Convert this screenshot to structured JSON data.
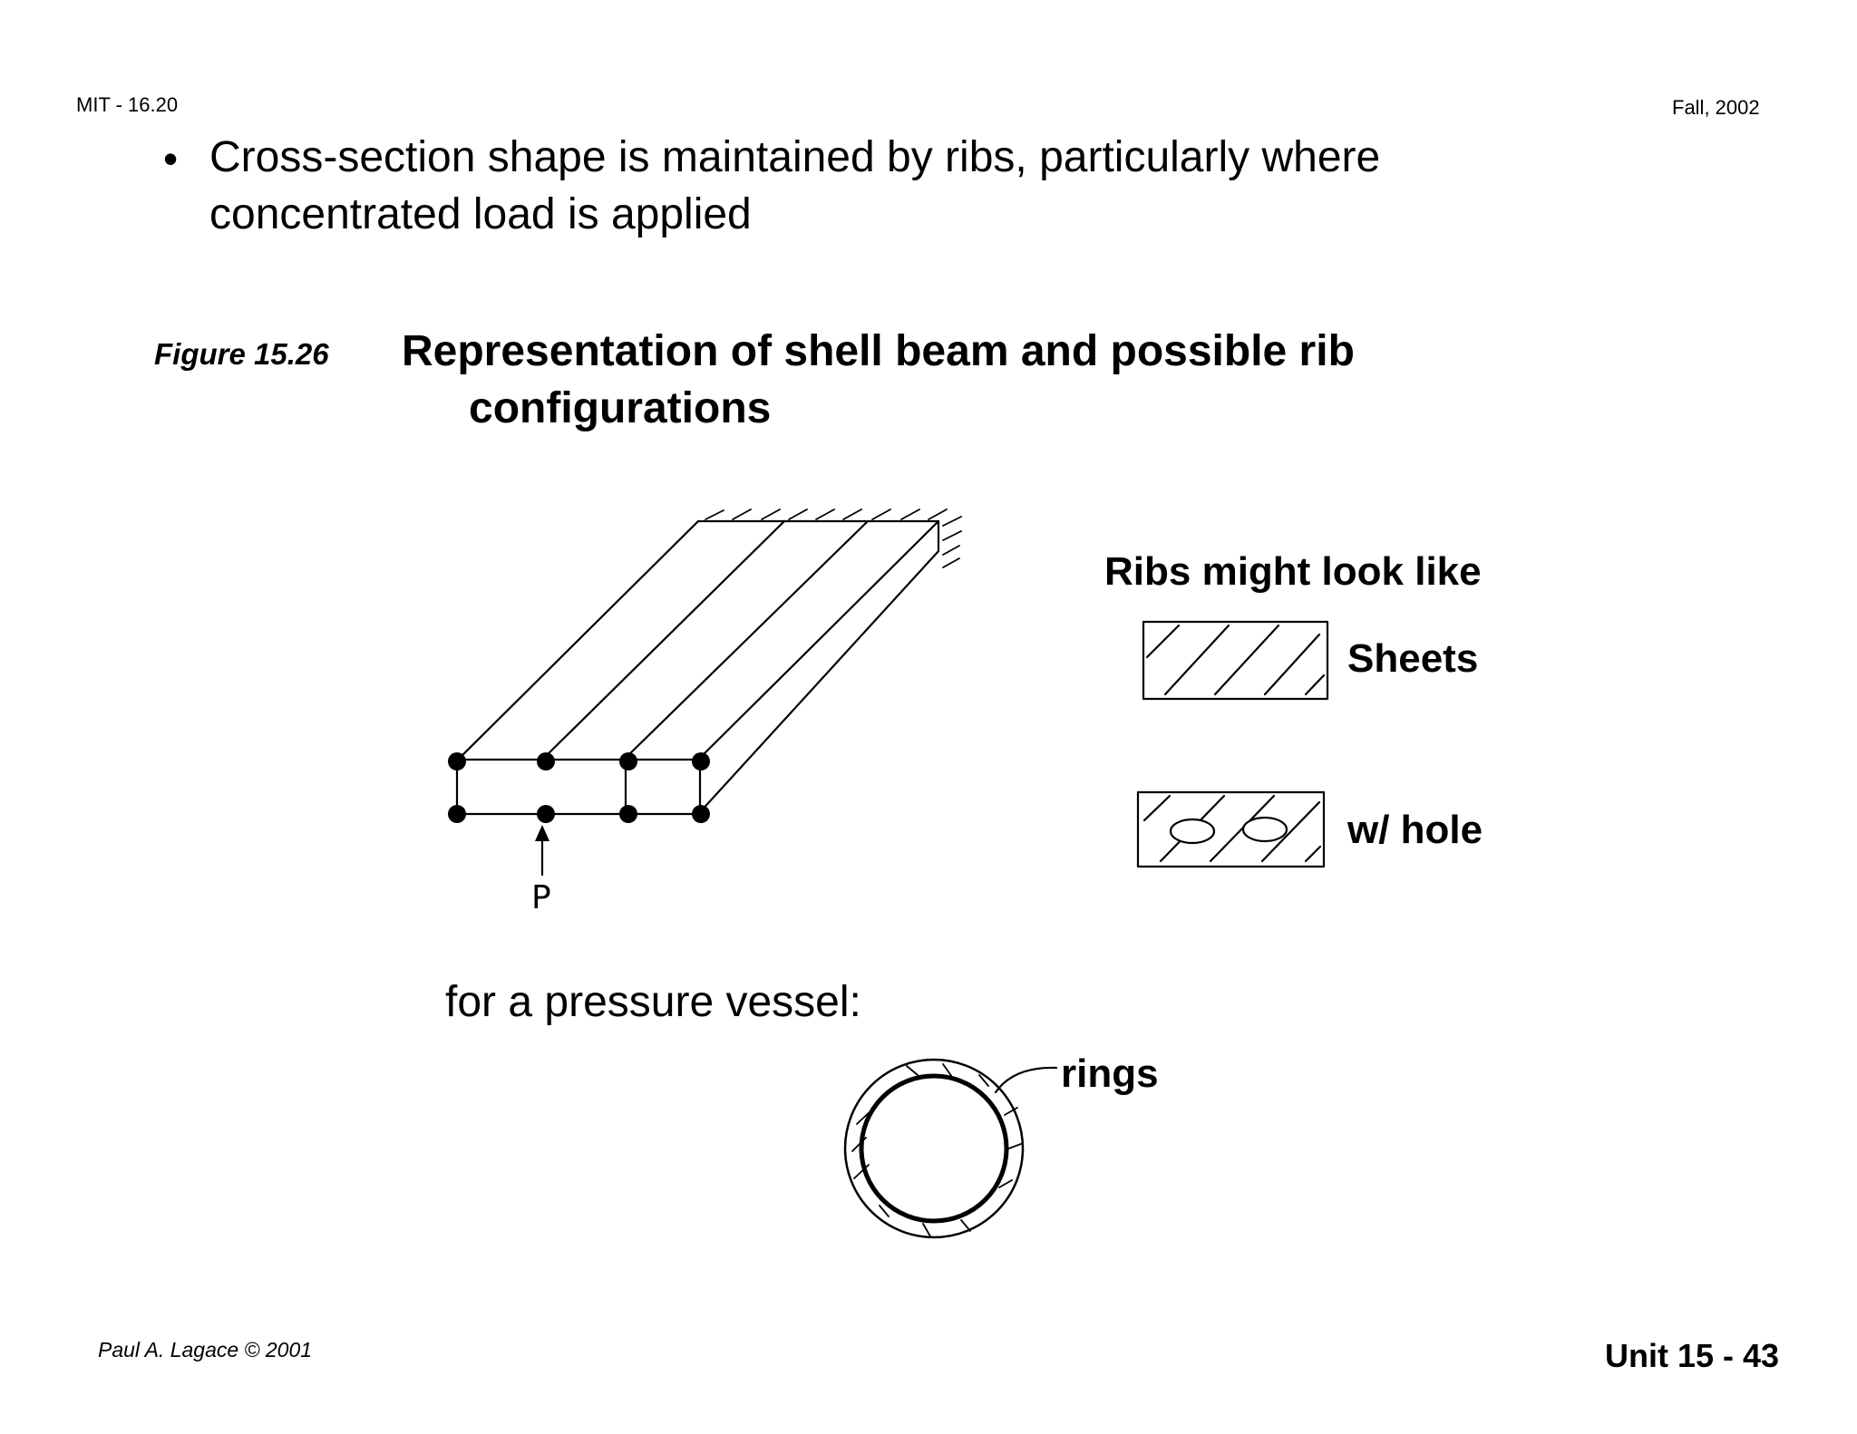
{
  "header": {
    "course": "MIT - 16.20",
    "term": "Fall, 2002"
  },
  "bullet": {
    "marker": "•",
    "line1": "Cross-section shape is maintained by ribs, particularly where",
    "line2": "concentrated load is applied"
  },
  "figure": {
    "label": "Figure 15.26",
    "title_line1": "Representation of shell beam and possible rib",
    "title_line2": "configurations",
    "load_label": "P"
  },
  "ribs": {
    "heading": "Ribs might look like",
    "sheets_label": "Sheets",
    "hole_label": "w/ hole"
  },
  "pressure_vessel": {
    "text": "for a pressure vessel:",
    "rings_label": "rings"
  },
  "footer": {
    "author": "Paul A. Lagace © 2001",
    "unit": "Unit 15 - 43"
  }
}
